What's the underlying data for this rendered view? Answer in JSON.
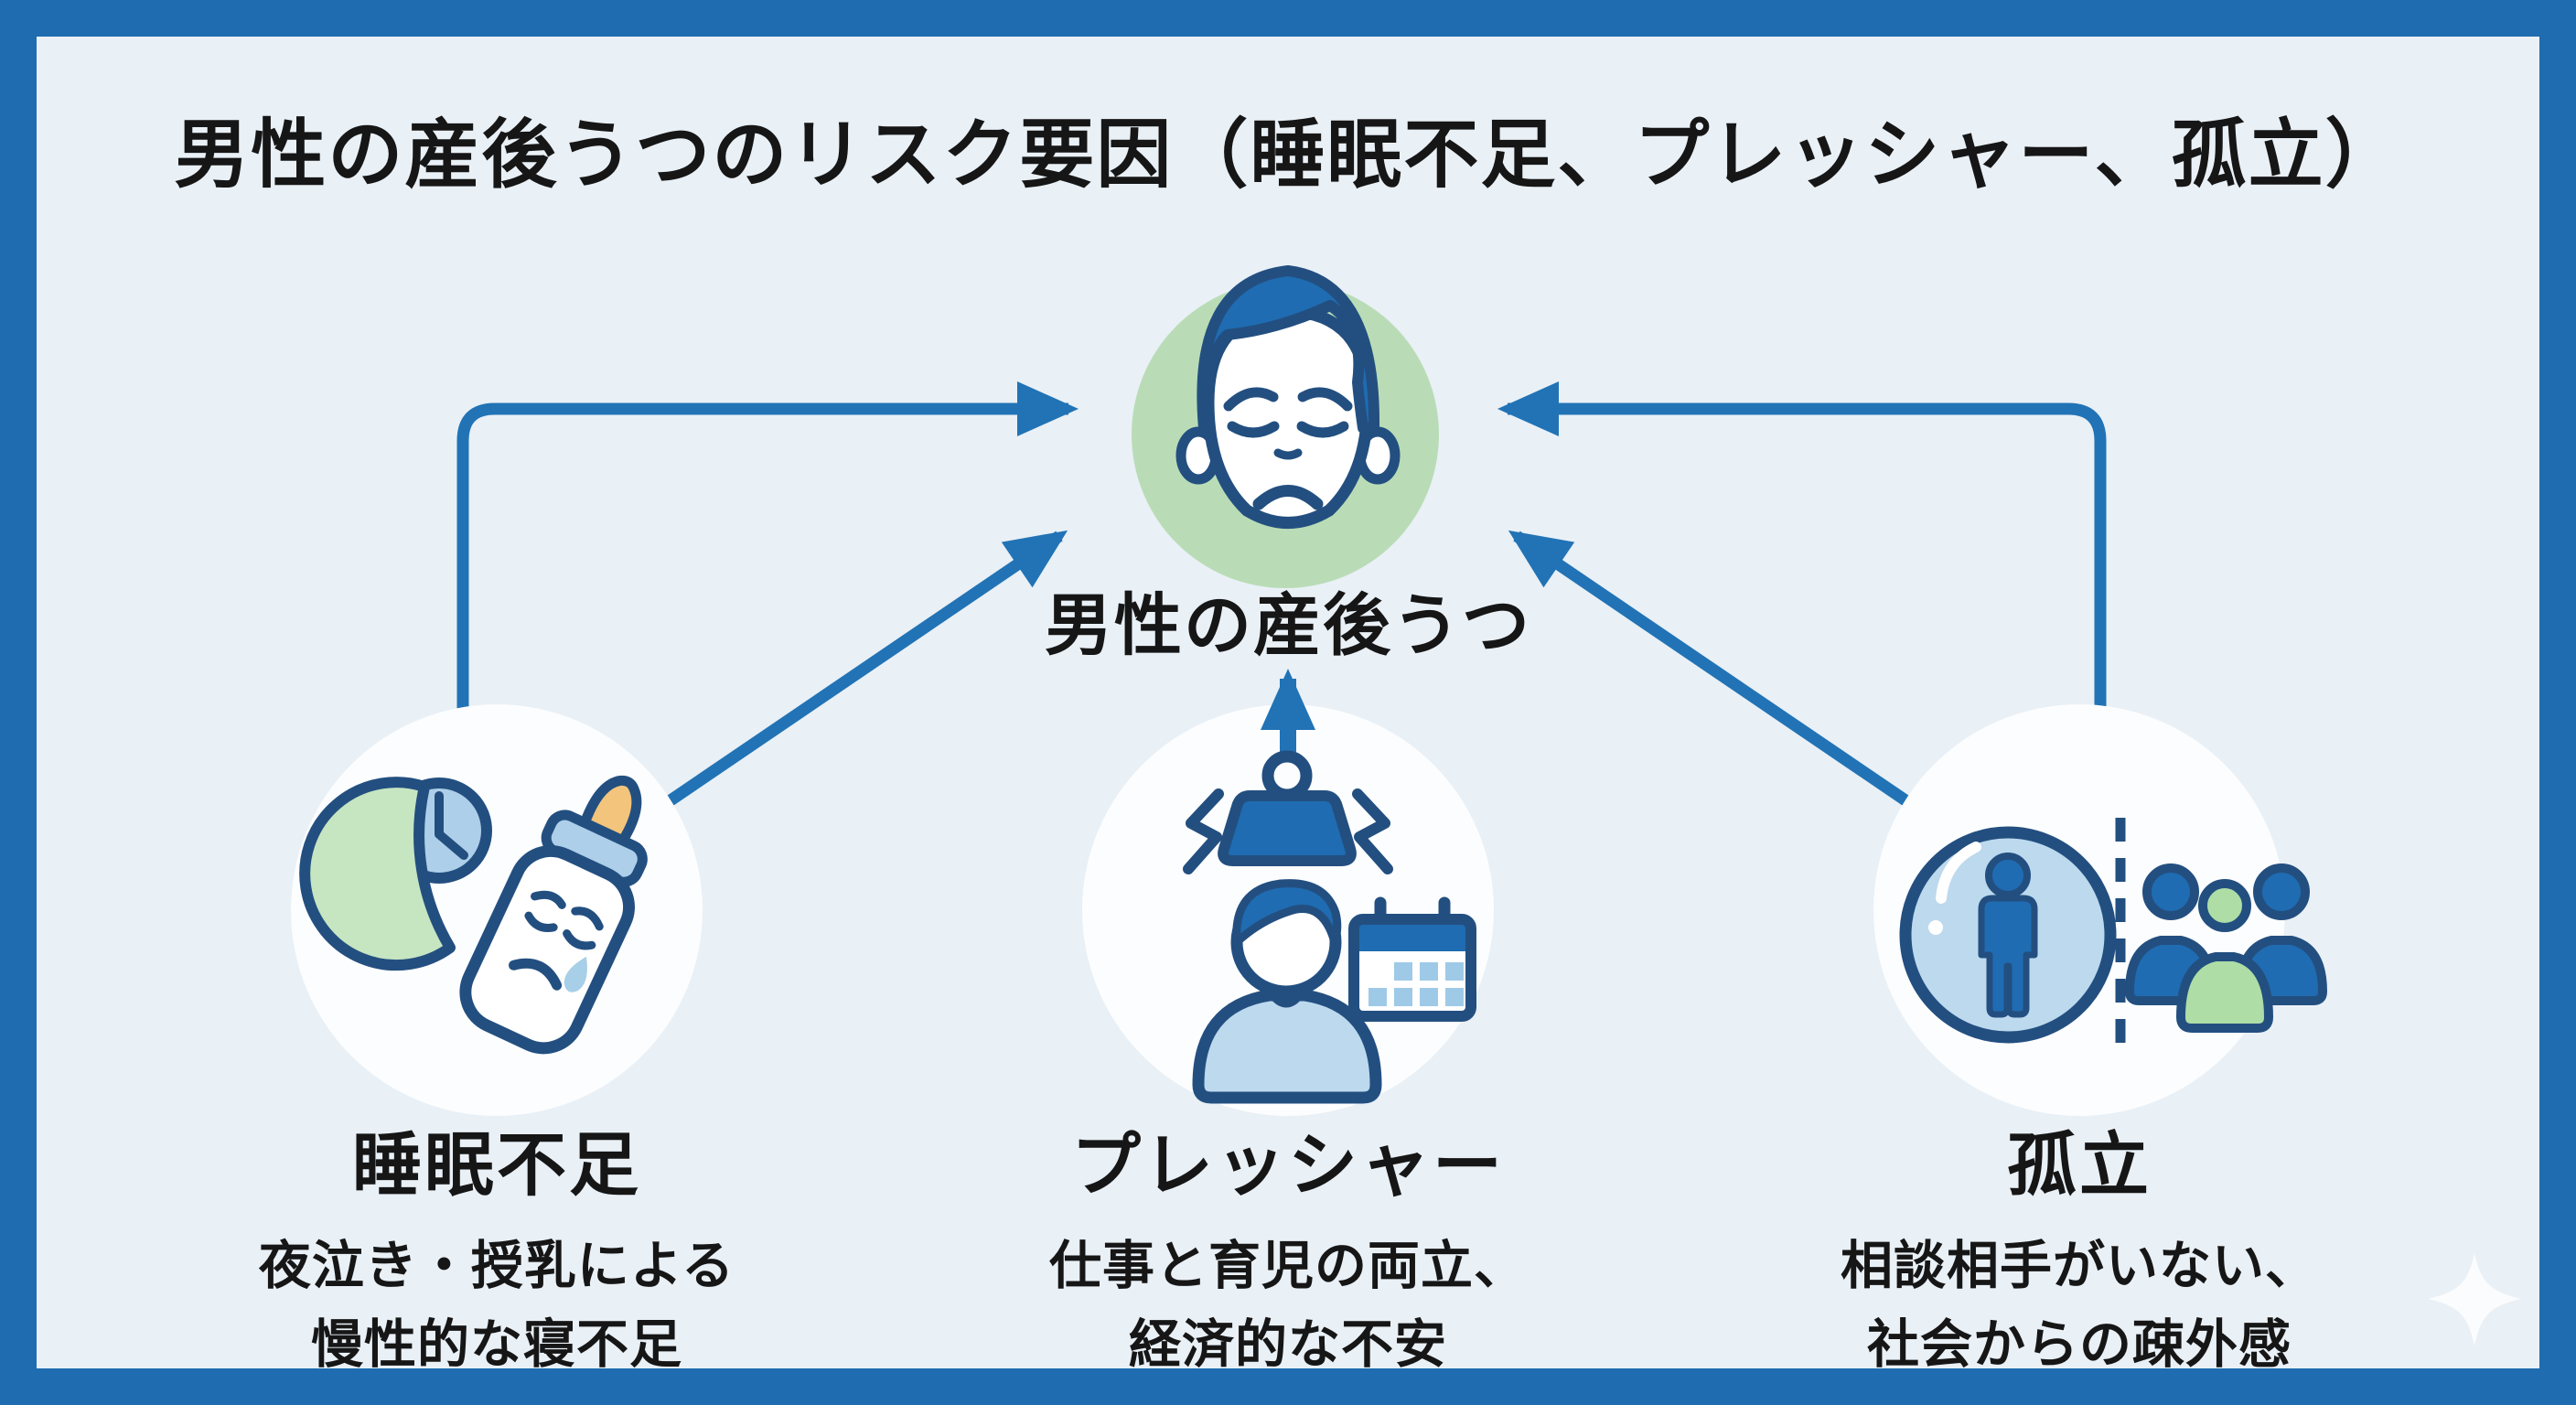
{
  "title": "男性の産後うつのリスク要因（睡眠不足、プレッシャー、孤立）",
  "center": {
    "label": "男性の産後うつ",
    "icon": "sad-man-face-icon"
  },
  "factors": [
    {
      "id": "sleep-deprivation",
      "heading": "睡眠不足",
      "line1": "夜泣き・授乳による",
      "line2": "慢性的な寝不足",
      "icons": [
        "clock-icon",
        "crescent-moon-icon",
        "crying-baby-bottle-icon"
      ]
    },
    {
      "id": "pressure",
      "heading": "プレッシャー",
      "line1": "仕事と育児の両立、",
      "line2": "経済的な不安",
      "icons": [
        "weight-icon",
        "stress-bolts-icon",
        "worker-icon",
        "calendar-icon"
      ]
    },
    {
      "id": "isolation",
      "heading": "孤立",
      "line1": "相談相手がいない、",
      "line2": "社会からの疎外感",
      "icons": [
        "person-in-bubble-icon",
        "dashed-divider-icon",
        "people-group-icon"
      ]
    }
  ],
  "colors": {
    "frame": "#1f6cb0",
    "background": "#e9f0f6",
    "arrow": "#2173b5",
    "outline": "#234f80",
    "blue": "#1f6cb2",
    "light_blue": "#aecfe9",
    "pale_blue": "#bcd9ee",
    "green_circle": "#b9dcb6",
    "moon_green": "#c6e5c1",
    "group_green": "#aedda6",
    "nipple_orange": "#f2c47c",
    "tear_blue": "#a8cfe8",
    "text": "#161616",
    "circle_white": "#fcfdfe"
  }
}
